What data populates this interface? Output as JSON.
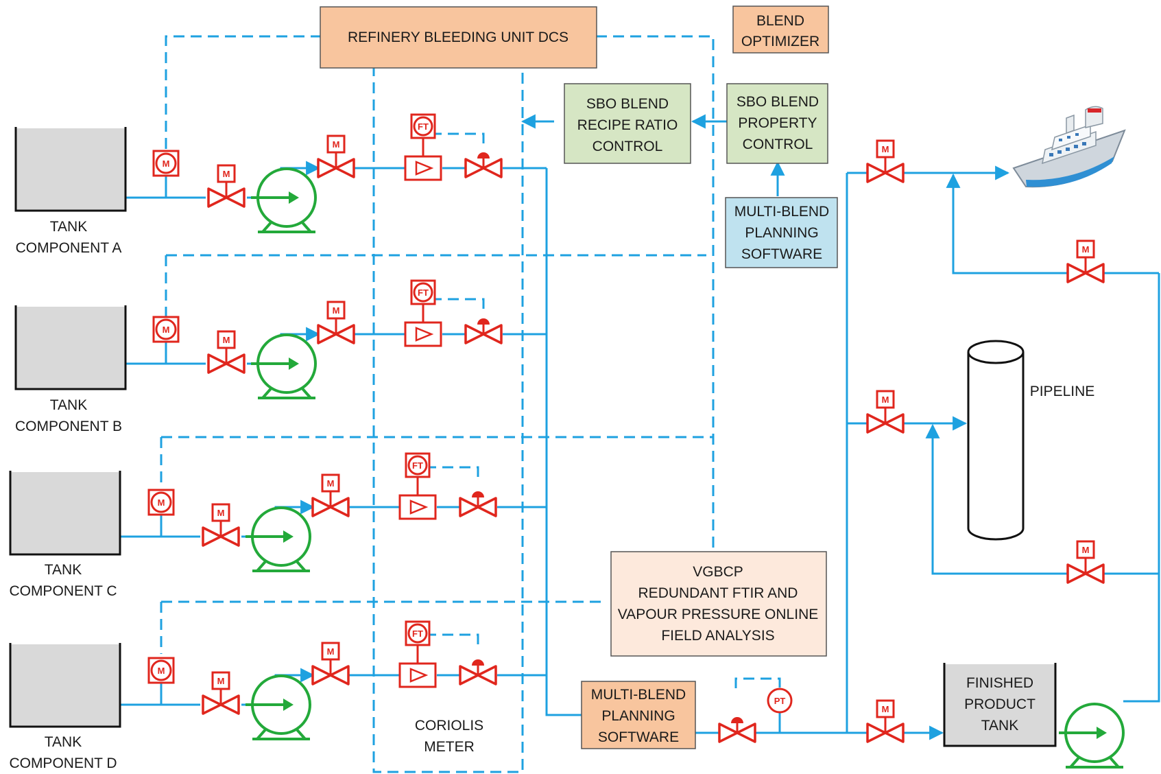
{
  "colors": {
    "pipe": "#1ea1e0",
    "signal": "#1ea1e0",
    "instrument": "#e0261d",
    "pump": "#23a93a",
    "tank_fill": "#d9d9d9",
    "orange_box": "#f8c59e",
    "green_box": "#d6e6c4",
    "blue_box": "#bfe2ef",
    "peach_box": "#fde9dc"
  },
  "boxes": {
    "dcs": "REFINERY BLEEDING UNIT DCS",
    "optimizer": [
      "BLEND",
      "OPTIMIZER"
    ],
    "recipe": [
      "SBO BLEND",
      "RECIPE RATIO",
      "CONTROL"
    ],
    "property": [
      "SBO BLEND",
      "PROPERTY",
      "CONTROL"
    ],
    "planning_top": [
      "MULTI-BLEND",
      "PLANNING",
      "SOFTWARE"
    ],
    "vgbcp": [
      "VGBCP",
      "REDUNDANT FTIR AND",
      "VAPOUR PRESSURE ONLINE",
      "FIELD ANALYSIS"
    ],
    "planning_bottom": [
      "MULTI-BLEND",
      "PLANNING",
      "SOFTWARE"
    ],
    "finished_tank": [
      "FINISHED",
      "PRODUCT",
      "TANK"
    ]
  },
  "tanks": [
    [
      "TANK",
      "COMPONENT A"
    ],
    [
      "TANK",
      "COMPONENT B"
    ],
    [
      "TANK",
      "COMPONENT C"
    ],
    [
      "TANK",
      "COMPONENT D"
    ]
  ],
  "labels": {
    "coriolis": [
      "CORIOLIS",
      "METER"
    ],
    "pipeline": "PIPELINE"
  },
  "instruments": {
    "motor": "M",
    "flow": "FT",
    "pressure": "PT"
  },
  "icons": [
    "ship-icon",
    "pipeline-cylinder-icon",
    "pump-icon",
    "motorized-valve-icon",
    "control-valve-icon",
    "flowmeter-icon"
  ]
}
